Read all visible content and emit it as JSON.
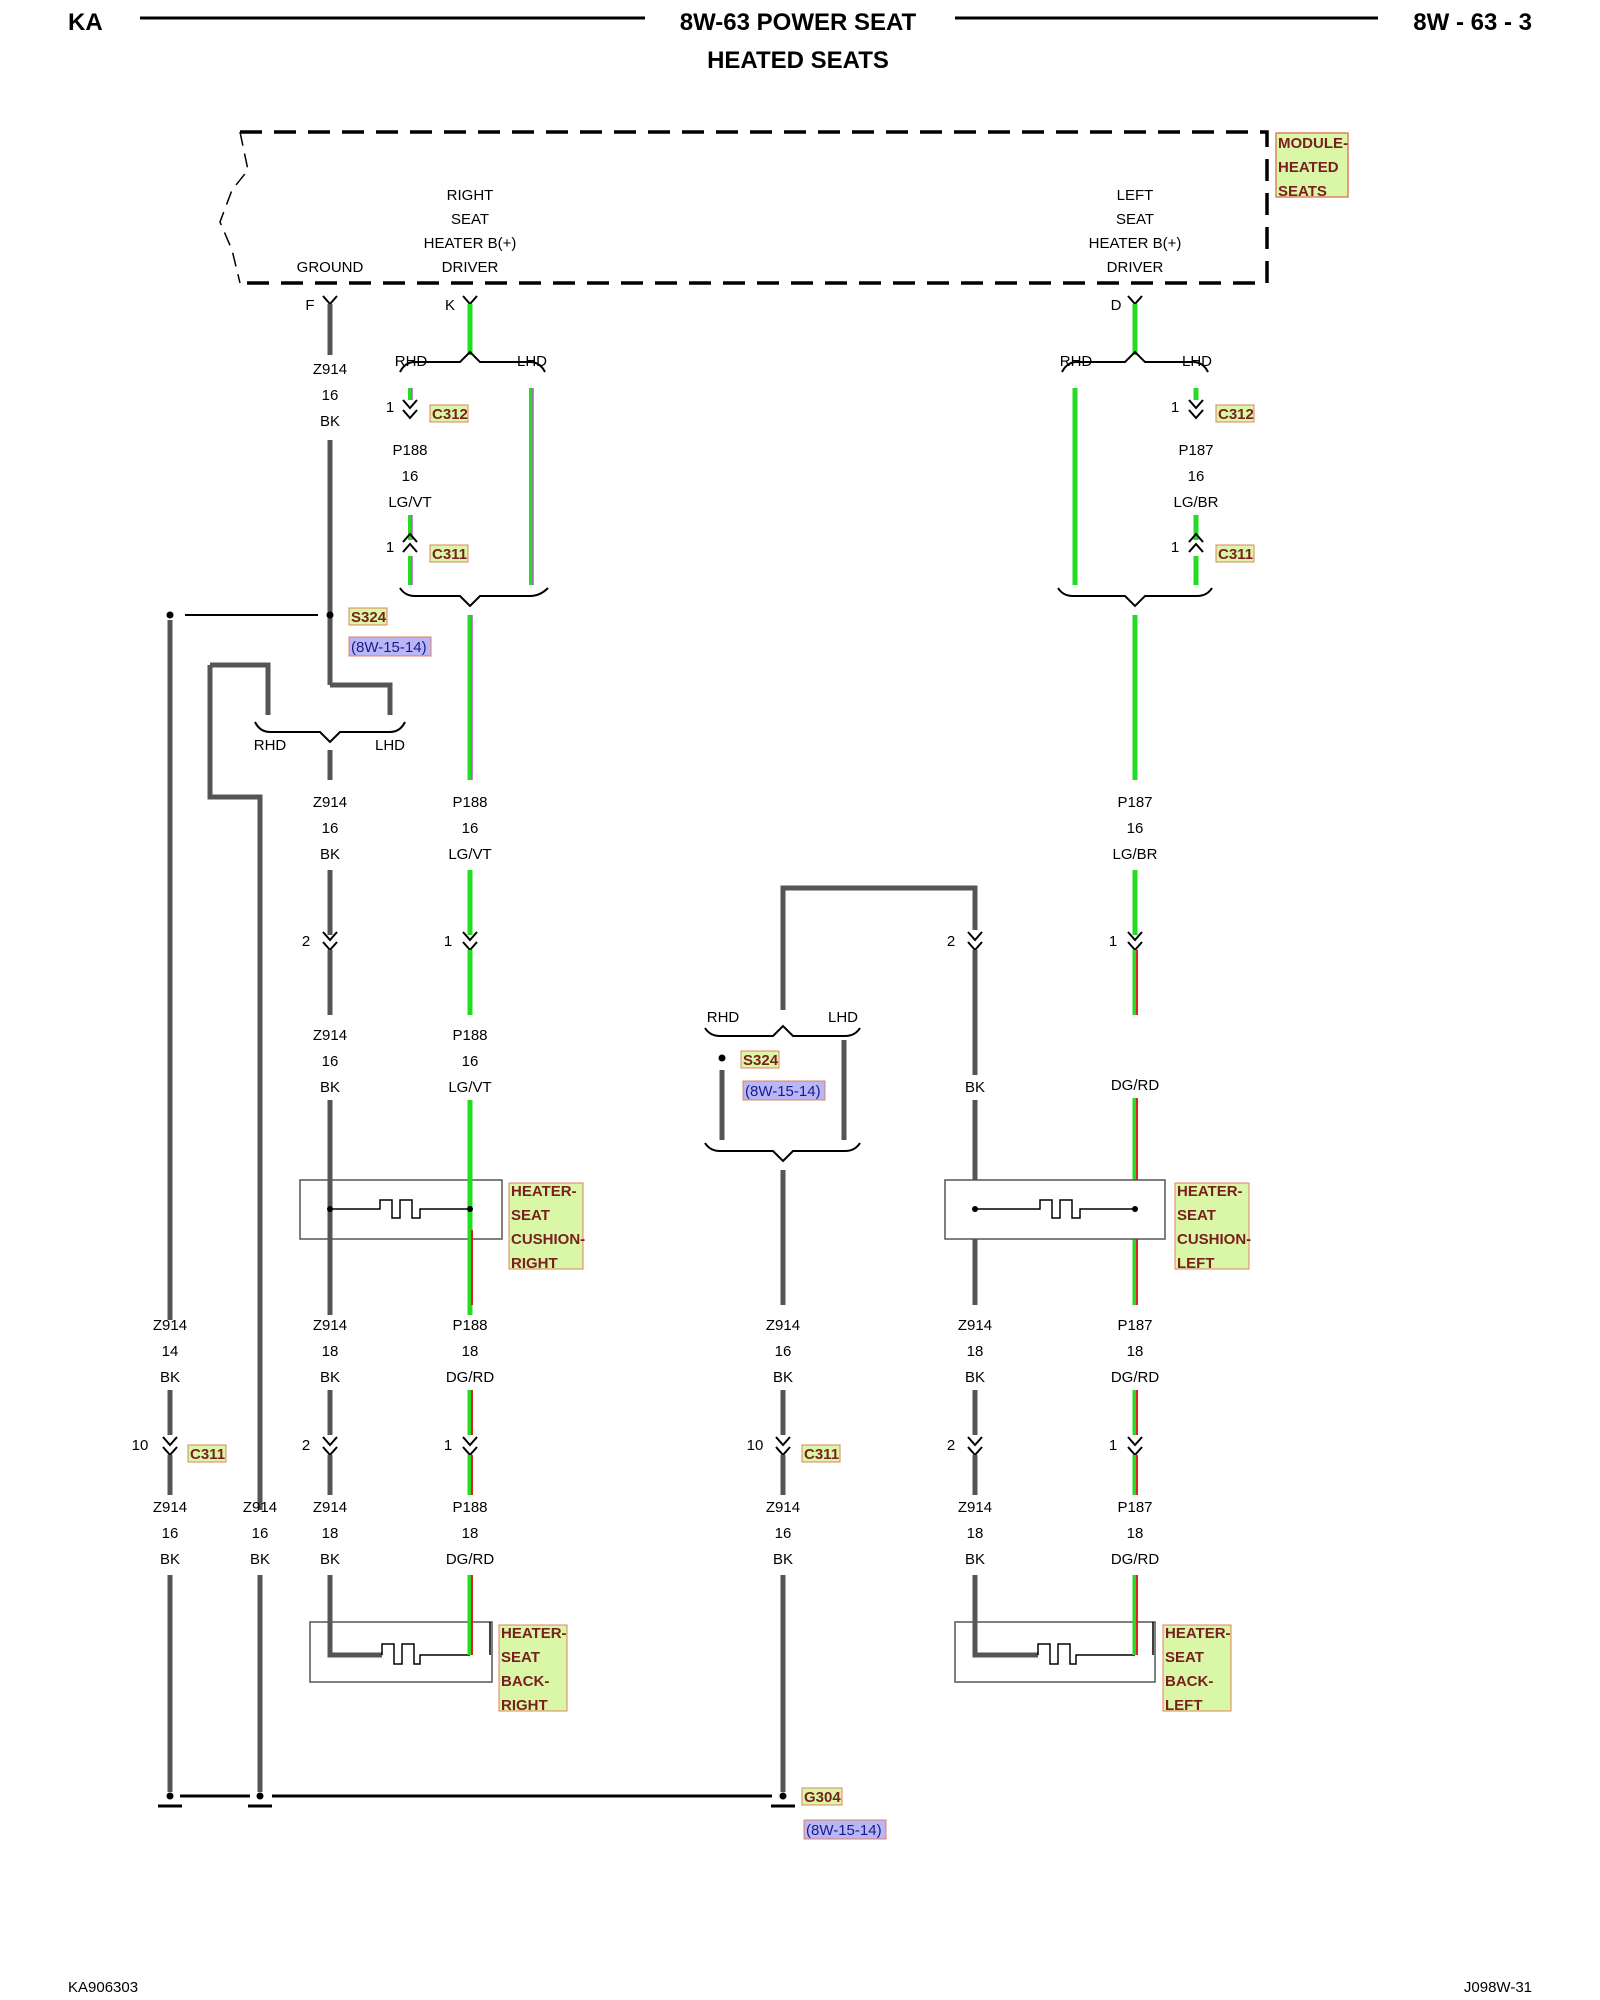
{
  "header": {
    "left": "KA",
    "title": "8W-63 POWER SEAT",
    "subtitle": "HEATED SEATS",
    "page": "8W - 63 - 3"
  },
  "footer": {
    "left": "KA906303",
    "right": "J098W-31"
  },
  "colors": {
    "green": "#22dd22",
    "violet": "#b45ac8",
    "red": "#dd2222",
    "black_wire": "#555555",
    "tag_bg": "#d9f7a6",
    "tag_border": "#e08060",
    "ref_bg": "#b9b6f5"
  },
  "module": {
    "name": [
      "MODULE-",
      "HEATED",
      "SEATS"
    ],
    "ground": "GROUND",
    "right_driver": [
      "RIGHT",
      "SEAT",
      "HEATER B(+)",
      "DRIVER"
    ],
    "left_driver": [
      "LEFT",
      "SEAT",
      "HEATER B(+)",
      "DRIVER"
    ],
    "pins": {
      "ground": "F",
      "right": "K",
      "left": "D"
    }
  },
  "labels": {
    "rhd": "RHD",
    "lhd": "LHD",
    "c312": "C312",
    "c311": "C311",
    "s324": "S324",
    "g304": "G304",
    "ref_8w1514": "(8W-15-14)",
    "pin1": "1",
    "pin2": "2",
    "pin10": "10"
  },
  "wires": {
    "z914_16_bk": [
      "Z914",
      "16",
      "BK"
    ],
    "z914_14_bk": [
      "Z914",
      "14",
      "BK"
    ],
    "z914_18_bk": [
      "Z914",
      "18",
      "BK"
    ],
    "p188_16_lgvt": [
      "P188",
      "16",
      "LG/VT"
    ],
    "p188_18_dgrd": [
      "P188",
      "18",
      "DG/RD"
    ],
    "p187_16_lgbr": [
      "P187",
      "16",
      "LG/BR"
    ],
    "p187_18_dgrd": [
      "P187",
      "18",
      "DG/RD"
    ],
    "bk": "BK",
    "dgrd": "DG/RD"
  },
  "components": {
    "cushion_right": [
      "HEATER-",
      "SEAT",
      "CUSHION-",
      "RIGHT"
    ],
    "cushion_left": [
      "HEATER-",
      "SEAT",
      "CUSHION-",
      "LEFT"
    ],
    "back_right": [
      "HEATER-",
      "SEAT",
      "BACK-",
      "RIGHT"
    ],
    "back_left": [
      "HEATER-",
      "SEAT",
      "BACK-",
      "LEFT"
    ]
  }
}
